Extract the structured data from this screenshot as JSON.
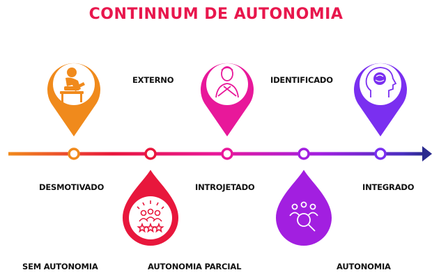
{
  "title": "CONTINNUM DE AUTONOMIA",
  "colors": {
    "title": "#e8174d",
    "orange": "#f08a1c",
    "red": "#e8173c",
    "magenta": "#e8189a",
    "purple": "#9b1fe0",
    "violet": "#7a2ff0",
    "navy": "#2a2a8f",
    "white": "#ffffff"
  },
  "stages": [
    {
      "name": "DESMOTIVADO",
      "icon": "unmotivated-person-icon",
      "pin": "up",
      "color": "#f08a1c"
    },
    {
      "name": "EXTERNO",
      "icon": "group-rating-stars-icon",
      "pin": "down",
      "color": "#e8173c"
    },
    {
      "name": "INTROJETADO",
      "icon": "person-hands-on-chest-icon",
      "pin": "up",
      "color": "#e8189a"
    },
    {
      "name": "IDENTIFICADO",
      "icon": "group-magnifier-icon",
      "pin": "down",
      "color": "#a21fe0"
    },
    {
      "name": "INTEGRADO",
      "icon": "head-brain-icon",
      "pin": "up",
      "color": "#7a2ff0"
    }
  ],
  "levels": [
    "SEM AUTONOMIA",
    "AUTONOMIA PARCIAL",
    "AUTONOMIA"
  ]
}
